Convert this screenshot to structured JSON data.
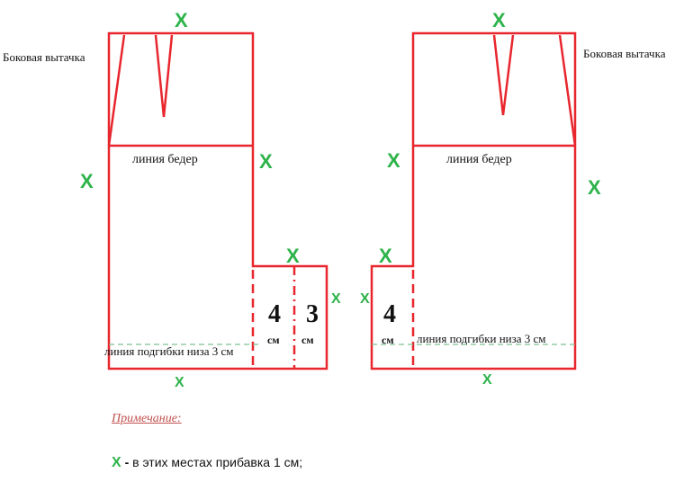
{
  "colors": {
    "outline": "#e8262d",
    "marker": "#2db34a",
    "hemline": "#7fbf8f",
    "text": "#111111",
    "note_title": "#c0504d"
  },
  "marker_symbol": "X",
  "left_pattern": {
    "side_dart_label": "Боковая вытачка",
    "hip_line_label": "линия бедер",
    "hem_fold_label": "линия подгибки низа 3 см",
    "extension_values": [
      {
        "number": "4",
        "unit": "см"
      },
      {
        "number": "3",
        "unit": "см"
      }
    ]
  },
  "right_pattern": {
    "side_dart_label": "Боковая вытачка",
    "hip_line_label": "линия бедер",
    "hem_fold_label": "линия подгибки низа 3 см",
    "extension_values": [
      {
        "number": "4",
        "unit": "см"
      }
    ]
  },
  "note": {
    "title": "Примечание:",
    "legend_symbol": "X",
    "legend_dash": "-",
    "legend_text": "в этих местах прибавка 1 см;"
  }
}
